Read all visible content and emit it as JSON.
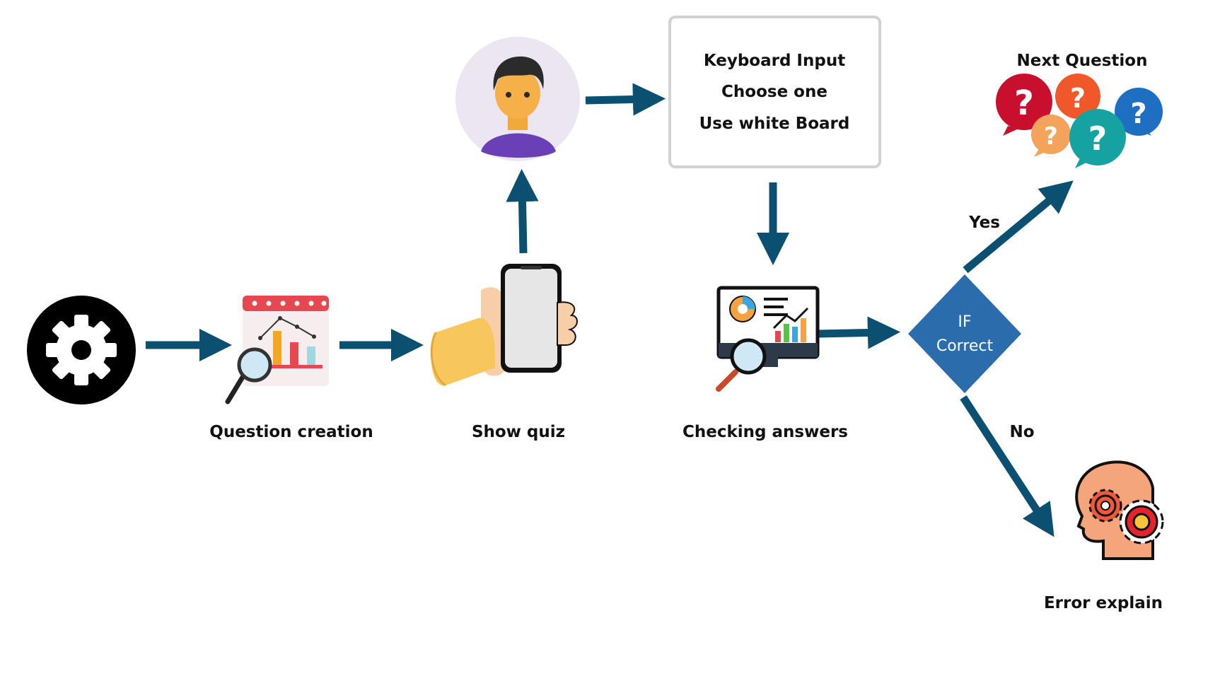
{
  "colors": {
    "arrow": "#0b4f71",
    "diamond": "#2b6cad",
    "box_border": "#d2d2d2",
    "avatar_bg": "#ece6f3"
  },
  "nodes": {
    "start": {
      "icon": "gear-icon"
    },
    "question_creation": {
      "icon": "chart-magnifier-icon",
      "label": "Question creation"
    },
    "show_quiz": {
      "icon": "phone-in-hand-icon",
      "label": "Show quiz"
    },
    "user": {
      "icon": "user-avatar-icon"
    },
    "input_box": {
      "lines": [
        "Keyboard Input",
        "Choose one",
        "Use white Board"
      ]
    },
    "checking_answers": {
      "icon": "monitor-analytics-icon",
      "label": "Checking answers"
    },
    "decision": {
      "line1": "IF",
      "line2": "Correct"
    },
    "next_question": {
      "icon": "question-bubbles-icon",
      "label": "Next Question"
    },
    "error_explain": {
      "icon": "head-gears-icon",
      "label": "Error explain"
    }
  },
  "edges": {
    "yes_label": "Yes",
    "no_label": "No"
  }
}
